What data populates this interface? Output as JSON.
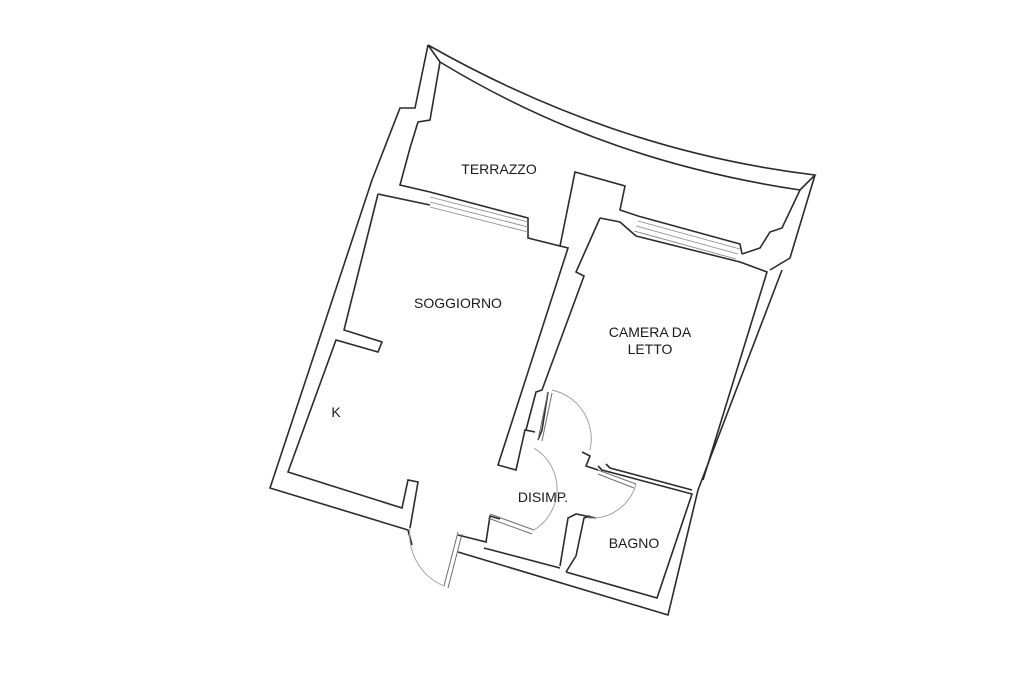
{
  "rooms": {
    "terrazzo": "TERRAZZO",
    "soggiorno": "SOGGIORNO",
    "camera_line1": "CAMERA DA",
    "camera_line2": "LETTO",
    "cucina": "K",
    "disimpegno": "DISIMP.",
    "bagno": "BAGNO"
  },
  "colors": {
    "wall": "#2b2b2b",
    "window": "#8a8a8a",
    "door": "#6f6f6f",
    "background": "#ffffff",
    "text": "#1a1a1a"
  }
}
